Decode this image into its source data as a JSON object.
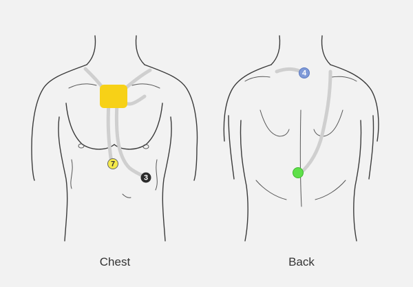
{
  "figures": [
    {
      "label": "Chest"
    },
    {
      "label": "Back"
    }
  ],
  "markers": {
    "recorder": {
      "color": "#f7d117"
    },
    "electrode_7": {
      "number": "7",
      "color": "#f4e94a",
      "text_color": "#333333"
    },
    "electrode_3": {
      "number": "3",
      "color": "#2b2b2b",
      "text_color": "#ffffff"
    },
    "electrode_4": {
      "number": "4",
      "color": "#7f9ad8",
      "text_color": "#ffffff"
    },
    "electrode_green": {
      "color": "#5fe04a"
    }
  },
  "colors": {
    "background": "#f2f2f2",
    "wire": "#cfcfcf",
    "outline": "#3a3a3a"
  }
}
